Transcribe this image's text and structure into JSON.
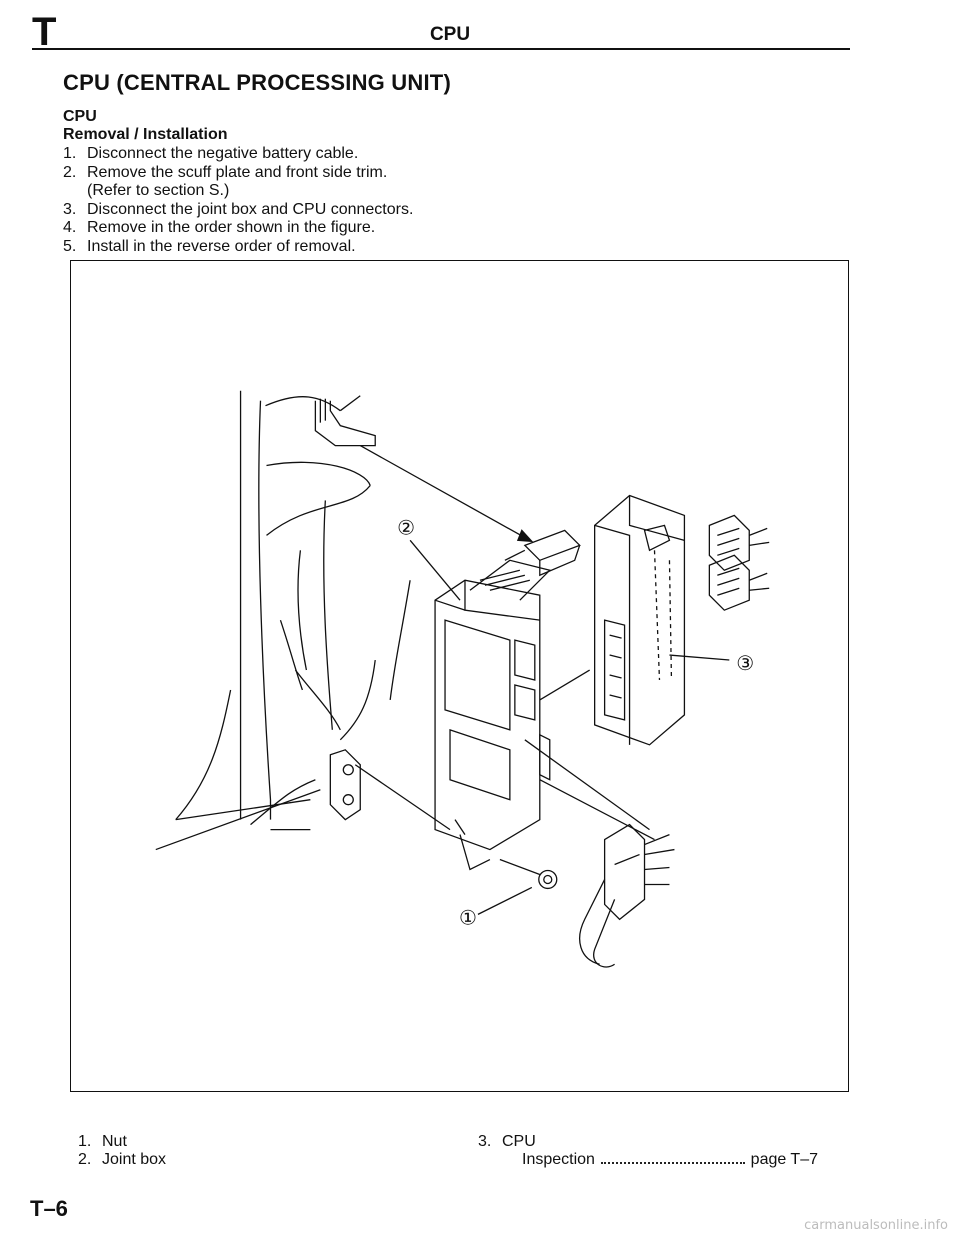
{
  "header": {
    "section_letter": "T",
    "title": "CPU"
  },
  "main_title": "CPU (CENTRAL PROCESSING UNIT)",
  "subsection": "CPU",
  "procedure_title": "Removal / Installation",
  "steps": [
    {
      "num": "1.",
      "text": "Disconnect the negative battery cable."
    },
    {
      "num": "2.",
      "text": "Remove the scuff plate and front side trim."
    },
    {
      "num": "",
      "text": "(Refer to section S.)"
    },
    {
      "num": "3.",
      "text": "Disconnect the joint box and CPU connectors."
    },
    {
      "num": "4.",
      "text": "Remove in the order shown in the figure."
    },
    {
      "num": "5.",
      "text": "Install in the reverse order of removal."
    }
  ],
  "figure": {
    "callouts": [
      "①",
      "②",
      "③"
    ]
  },
  "legend": {
    "items": [
      {
        "num": "1.",
        "label": "Nut"
      },
      {
        "num": "2.",
        "label": "Joint box"
      },
      {
        "num": "3.",
        "label": "CPU"
      }
    ],
    "inspection": {
      "label": "Inspection",
      "ref": "page T–7"
    }
  },
  "page_number": "T–6",
  "watermark": "carmanualsonline.info"
}
